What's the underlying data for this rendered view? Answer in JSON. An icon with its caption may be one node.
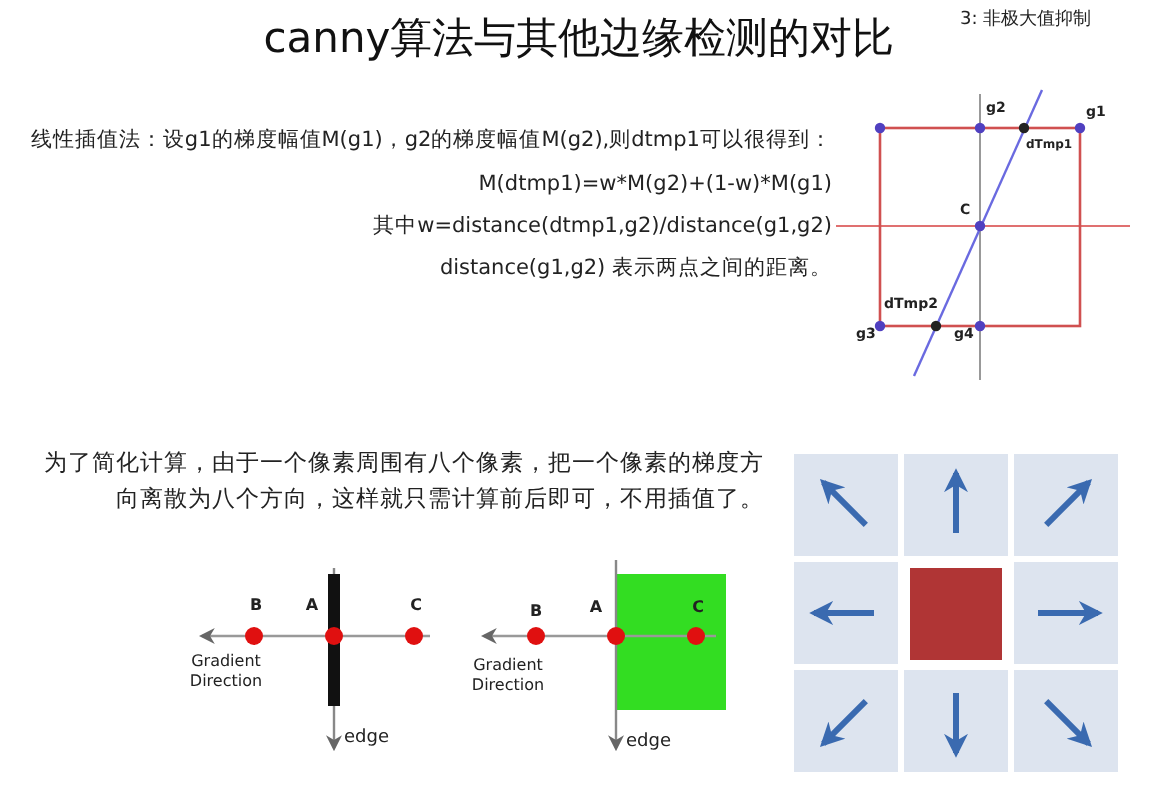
{
  "diagram": {
    "title": "canny算法与其他边缘检测的对比",
    "labels": [
      "3: 非极大值抑制",
      "线性插值法：设g1的梯度幅值M(g1)，g2的梯度幅值M(g2),则dtmp1可以很得到：",
      "M(dtmp1)=w*M(g2)+(1-w)*M(g1)",
      "其中w=distance(dtmp1,g2)/distance(g1,g2)",
      "distance(g1,g2) 表示两点之间的距离。",
      "g2",
      "g1",
      "dTmp1",
      "C",
      "dTmp2",
      "g3",
      "g4",
      "为了简化计算，由于一个像素周围有八个像素，把一个像素的梯度方向离散为八个方向，这样就只需计算前后即可，不用插值了。",
      "B",
      "A",
      "C",
      "Gradient Direction",
      "edge",
      "B",
      "A",
      "C",
      "Gradient Direction",
      "edge"
    ]
  }
}
